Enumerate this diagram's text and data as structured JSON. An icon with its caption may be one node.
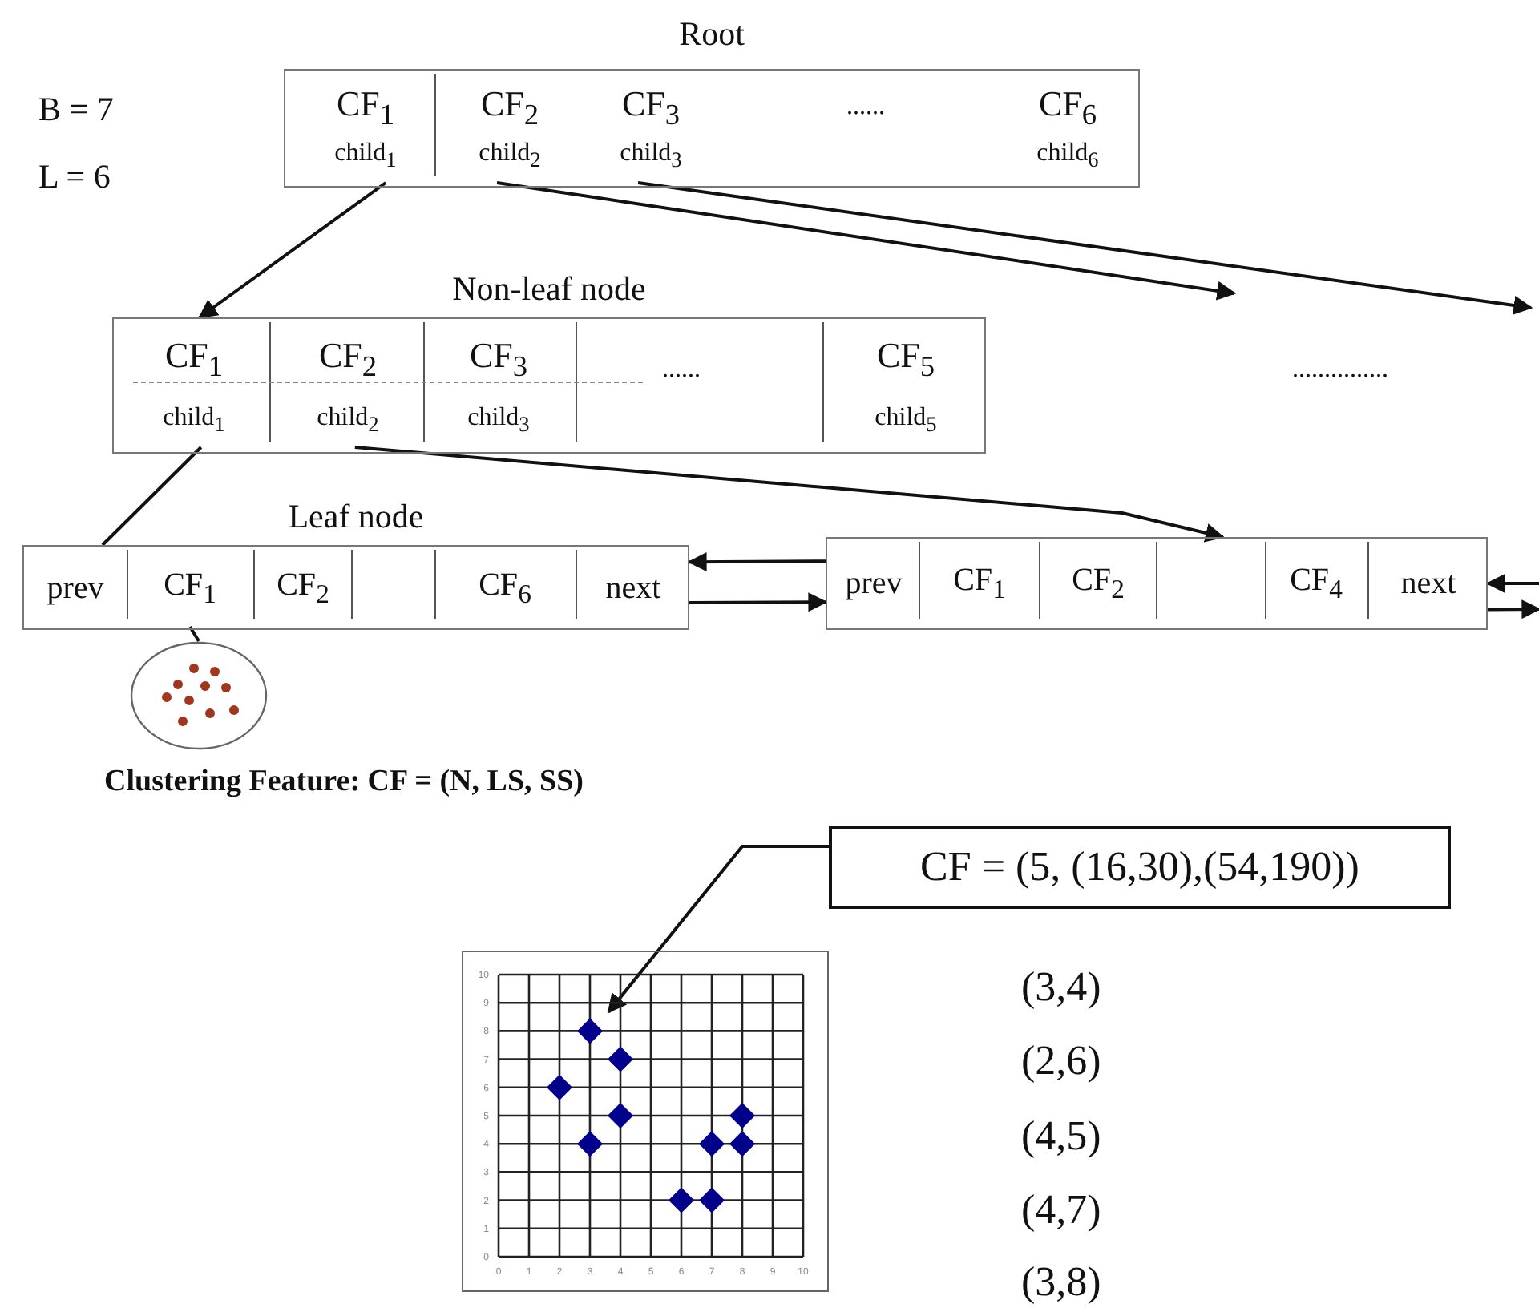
{
  "diagram": {
    "nodes": [
      {
        "text": [
          "Root"
        ]
      },
      {
        "text": [
          "CF$_{1}$",
          "child$_{1}$"
        ],
        "in": 0
      },
      {
        "text": [
          "CF$_{2}$",
          "child$_{2}$"
        ],
        "in": 0
      },
      {
        "text": [
          "CF$_{3}$",
          "child$_{3}$"
        ],
        "in": 0
      },
      {
        "text": [
          "CF$_{6}$",
          "child$_{6}$"
        ],
        "in": 0
      },
      {
        "text": [
          "Non-leaf node"
        ]
      },
      {
        "text": [
          "CF$_{1}$",
          "child$_{1}$"
        ],
        "in": 5
      },
      {
        "text": [
          "CF$_{2}$",
          "child$_{2}$"
        ],
        "in": 5
      },
      {
        "text": [
          "CF$_{3}$",
          "child$_{3}$"
        ],
        "in": 5
      },
      {
        "text": [
          "CF$_{5}$",
          "child$_{5}$"
        ],
        "in": 5
      },
      {
        "text": [
          "Leaf node"
        ]
      },
      {
        "text": [
          "prev"
        ],
        "in": 10
      },
      {
        "text": [
          "CF$_{1}$"
        ],
        "in": 10
      },
      {
        "text": [
          "CF$_{2}$"
        ],
        "in": 10
      },
      {
        "text": [
          "CF$_{6}$"
        ],
        "in": 10
      },
      {
        "text": [
          "next"
        ],
        "in": 10
      },
      {
        "text": [],
        "shape": "box"
      },
      {
        "text": [
          "prev"
        ],
        "in": 16
      },
      {
        "text": [
          "CF$_{1}$"
        ],
        "in": 16
      },
      {
        "text": [
          "CF$_{2}$"
        ],
        "in": 16
      },
      {
        "text": [
          "CF$_{4}$"
        ],
        "in": 16
      },
      {
        "text": [
          "next"
        ],
        "in": 16
      },
      {
        "text": [],
        "shape": "circle"
      },
      {
        "text": [
          "CF = (5, (16,30),(54,190))"
        ]
      },
      {
        "text": [],
        "shape": "box"
      }
    ],
    "edges": [
      {
        "from": 1,
        "to": 5,
        "arrow": "to"
      },
      {
        "from": 2,
        "to": null,
        "arrow": "to"
      },
      {
        "from": 3,
        "to": null,
        "arrow": "to"
      },
      {
        "from": 6,
        "to": 10,
        "arrow": "none"
      },
      {
        "from": 7,
        "to": 16,
        "arrow": "to"
      },
      {
        "from": 16,
        "to": 10,
        "arrow": "to"
      },
      {
        "from": 10,
        "to": 16,
        "arrow": "to"
      },
      {
        "from": null,
        "to": 16,
        "arrow": "to"
      },
      {
        "from": 16,
        "to": null,
        "arrow": "to"
      },
      {
        "from": 12,
        "to": 22,
        "arrow": "none"
      },
      {
        "from": 23,
        "to": 24,
        "arrow": "to"
      }
    ],
    "labels": [
      "B = 7",
      "L = 6",
      "......",
      "......",
      "...............",
      "Clustering Feature: CF = (N, LS, SS)",
      "(3,4)",
      "(2,6)",
      "(4,5)",
      "(4,7)",
      "(3,8)"
    ],
    "chart_data": {
      "type": "scatter",
      "x": [
        3,
        2,
        4,
        4,
        3,
        6,
        7,
        7,
        8,
        8
      ],
      "series": [
        {
          "color": "#00008b",
          "values": [
            4,
            6,
            5,
            7,
            8,
            2,
            2,
            4,
            4,
            5
          ]
        }
      ],
      "xlim": [
        0,
        10
      ],
      "ylim": [
        0,
        10
      ],
      "xticks": [
        0,
        1,
        2,
        3,
        4,
        5,
        6,
        7,
        8,
        9,
        10
      ],
      "yticks": [
        0,
        1,
        2,
        3,
        4,
        5,
        6,
        7,
        8,
        9,
        10
      ],
      "grid": true
    }
  }
}
